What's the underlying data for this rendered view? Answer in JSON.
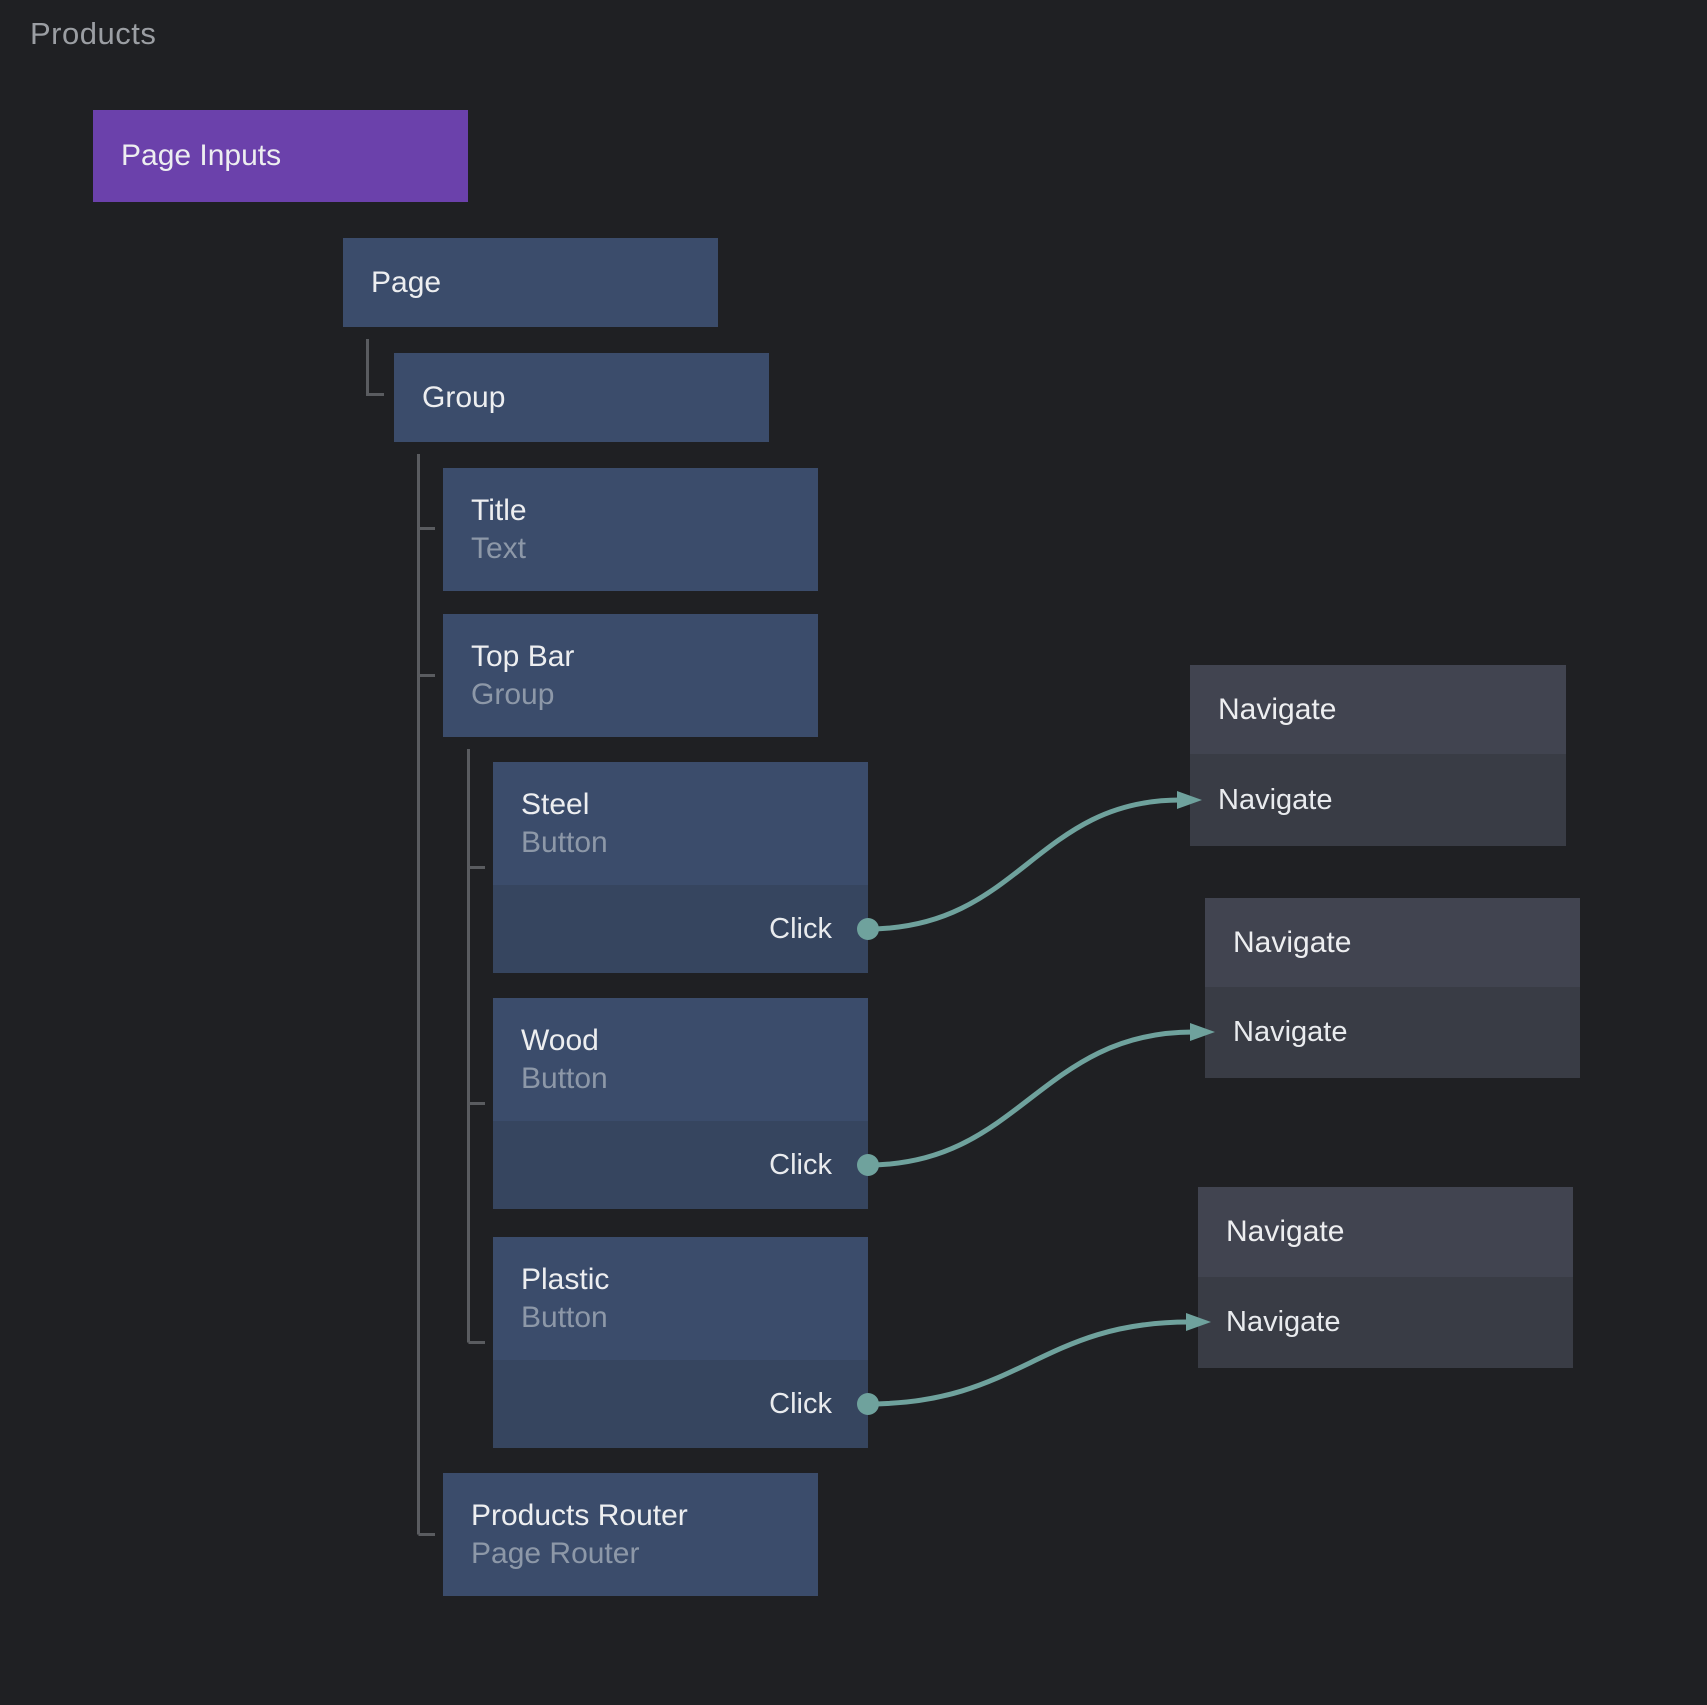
{
  "canvas": {
    "component_title": "Products"
  },
  "palette": {
    "background": "#1f2023",
    "visual_node_header": "#3b4c6b",
    "visual_node_ports": "#36455f",
    "logic_node_header": "#414450",
    "logic_node_ports": "#393c45",
    "component_inputs_node": "#6b41ab",
    "connection_teal": "#6fa29d",
    "tree_line_gray": "#5a5c60",
    "title_text": "#edeef0",
    "subtitle_text": "#8d98a8",
    "heading_text": "#9b9ea3"
  },
  "nodes": {
    "page_inputs": {
      "title": "Page Inputs"
    },
    "page": {
      "title": "Page"
    },
    "group": {
      "title": "Group"
    },
    "title": {
      "title": "Title",
      "subtitle": "Text"
    },
    "top_bar": {
      "title": "Top Bar",
      "subtitle": "Group"
    },
    "steel": {
      "title": "Steel",
      "subtitle": "Button",
      "output_port": "Click"
    },
    "wood": {
      "title": "Wood",
      "subtitle": "Button",
      "output_port": "Click"
    },
    "plastic": {
      "title": "Plastic",
      "subtitle": "Button",
      "output_port": "Click"
    },
    "products_router": {
      "title": "Products Router",
      "subtitle": "Page Router"
    },
    "navigate_1": {
      "title": "Navigate",
      "input_port": "Navigate"
    },
    "navigate_2": {
      "title": "Navigate",
      "input_port": "Navigate"
    },
    "navigate_3": {
      "title": "Navigate",
      "input_port": "Navigate"
    }
  }
}
